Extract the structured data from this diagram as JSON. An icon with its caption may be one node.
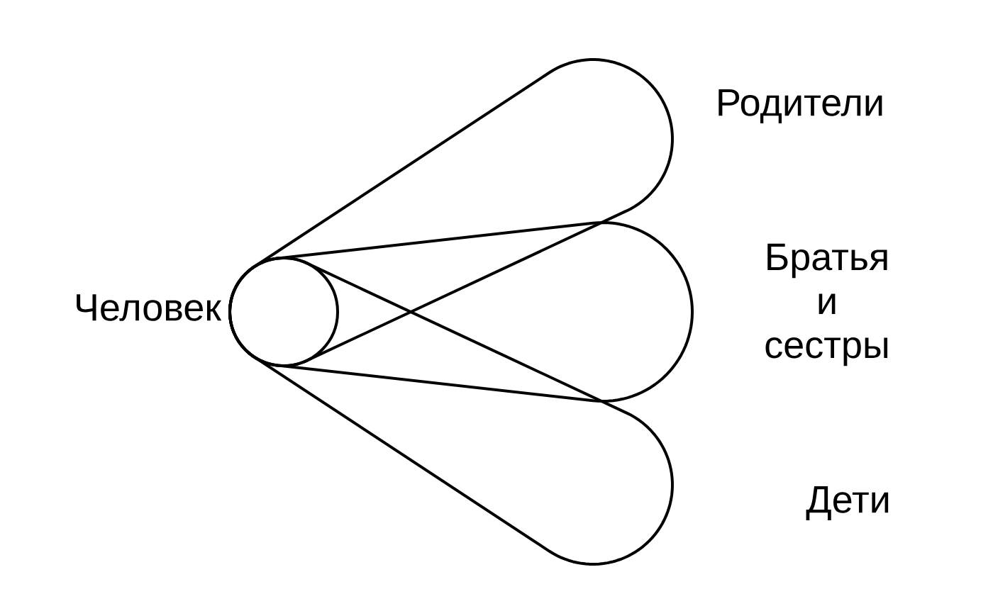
{
  "diagram": {
    "nodes": [
      {
        "text": [
          "Человек"
        ]
      },
      {
        "text": [
          "Родители"
        ]
      },
      {
        "text": [
          "Братья и сестры"
        ]
      },
      {
        "text": [
          "Дети"
        ]
      }
    ]
  }
}
